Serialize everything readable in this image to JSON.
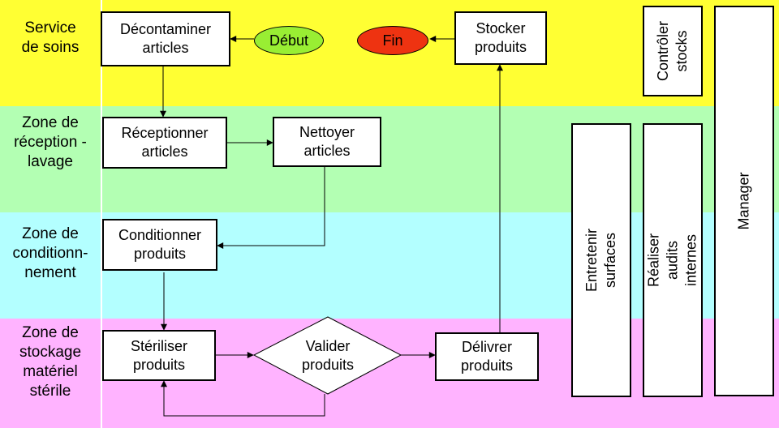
{
  "colors": {
    "lane_soins": "#ffff33",
    "lane_reception": "#b3ffb3",
    "lane_conditionnement": "#b3ffff",
    "lane_stockage": "#ffb3ff",
    "debut_fill": "#99ee33",
    "fin_fill": "#ee3311"
  },
  "lanes": [
    {
      "label": "Service\nde soins"
    },
    {
      "label": "Zone de\nréception -\nlavage"
    },
    {
      "label": "Zone de\nconditionn-\nnement"
    },
    {
      "label": "Zone de\nstockage\nmatériel\nstérile"
    }
  ],
  "nodes": {
    "decontaminer": "Décontaminer\narticles",
    "debut": "Début",
    "fin": "Fin",
    "stocker": "Stocker\nproduits",
    "receptionner": "Réceptionner\narticles",
    "nettoyer": "Nettoyer\narticles",
    "conditionner": "Conditionner\nproduits",
    "steriliser": "Stériliser\nproduits",
    "valider": "Valider\nproduits",
    "delivrer": "Délivrer\nproduits"
  },
  "side_tasks": {
    "controler_stocks": "Contrôler\nstocks",
    "entretenir_surfaces": "Entretenir surfaces",
    "realiser_audits": "Réaliser audits internes",
    "manager": "Manager"
  }
}
